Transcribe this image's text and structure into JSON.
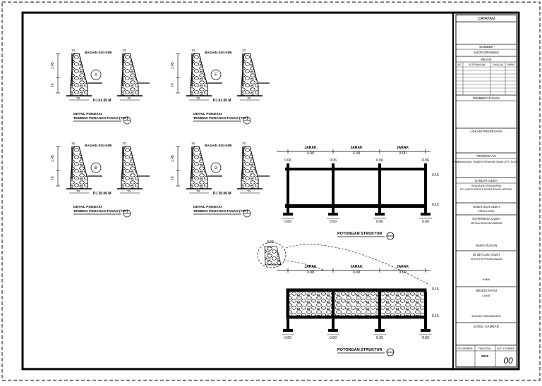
{
  "details": [
    {
      "section_label": "BAGIAN SISI KIRI",
      "marker": "A",
      "pj": "PJ 01.00 M",
      "title": "DETAIL PONDASI",
      "subtitle": "TEMBOK PENAHAN TANAH (TPT)"
    },
    {
      "section_label": "BAGIAN SISI KIRI",
      "marker": "F",
      "pj": "PJ 01.00 M",
      "title": "DETAIL PONDASI",
      "subtitle": "TEMBOK PENAHAN TANAH (TPT)"
    },
    {
      "section_label": "BAGIAN SISI KIRI",
      "marker": "B",
      "pj": "PJ 20.00 M",
      "title": "DETAIL PONDASI",
      "subtitle": "TEMBOK PENAHAN TANAH (TPT)"
    },
    {
      "section_label": "BAGIAN SISI KIRI",
      "marker": "G",
      "pj": "PJ 20.00 M",
      "title": "DETAIL PONDASI",
      "subtitle": "TEMBOK PENAHAN TANAH (TPT)"
    }
  ],
  "dims": {
    "top": "10",
    "height1": "1.45",
    "height2": "70",
    "base": "70",
    "pile": "70"
  },
  "frame1": {
    "spans": [
      {
        "label": "JARAK",
        "value": "3.00"
      },
      {
        "label": "JARAK",
        "value": "3.00"
      },
      {
        "label": "JARAK",
        "value": "3.00"
      }
    ],
    "col_labels": [
      "0.06",
      "0.06",
      "0.06",
      "0.06"
    ],
    "side_label": "0.15",
    "footing_labels": [
      "0.60",
      "0.60",
      "0.60",
      "0.60"
    ],
    "title": "POTONGAN STRUKTUR"
  },
  "frame2": {
    "detail_label": "0.40",
    "spans": [
      {
        "label": "JARAK",
        "value": "3.00"
      },
      {
        "label": "JARAK",
        "value": "3.00"
      },
      {
        "label": "JARAK",
        "value": "3.00"
      }
    ],
    "footing_labels": [
      "0.60",
      "0.60",
      "0.60",
      "0.60"
    ],
    "title": "POTONGAN STRUKTUR"
  },
  "title_block": {
    "catatan": "CATATAN",
    "sumber": "SUMBER",
    "sumber_value": "SHOP DRAWING",
    "revisi": "REVISI",
    "revisi_cols": [
      "NO",
      "KETERANGAN",
      "TANGGAL",
      "PARAF"
    ],
    "pemberi_tugas": "PEMBERI TUGAS",
    "lokasi": "LOKASI PEKERJAAN",
    "pekerjaan": "PEKERJAAN",
    "pekerjaan_value": "PEMBANGUNAN TEMBOK PENAHAN TANAH (TPT) DUSUN",
    "dibuat_oleh": "DI BUAT OLEH",
    "dibuat_value1": "TENAGA AHLI PENDAMPING",
    "dibuat_value2": "DR. JUWITA NOFRIYE DOSEN BIDANG NATURAL",
    "disetujui": "DISETUJUI OLEH",
    "disetujui_value": "KEPALA DESA",
    "diperiksa": "DI PERIKSA OLEH",
    "diperiksa_value": "KEPALA DESA KECAMATAN",
    "nama_dusun": "NAMA DUSUN",
    "disetujui2": "DI SETUJUI OLEH",
    "disetujui2_value": "KETUA TIM PERENCANAAN",
    "nama_ketua": "NAMA",
    "mengetahui": "MENGETAHUI",
    "mengetahui_value": "CAMAT",
    "nama_camat": "ADDINO KADARUDDIN",
    "judul": "JUDUL GAMBAR",
    "bottom_cols": [
      "DIGAMBAR",
      "TANGGAL",
      "NO. LEMBAR"
    ],
    "year": "2019",
    "sheet_no": "00"
  }
}
